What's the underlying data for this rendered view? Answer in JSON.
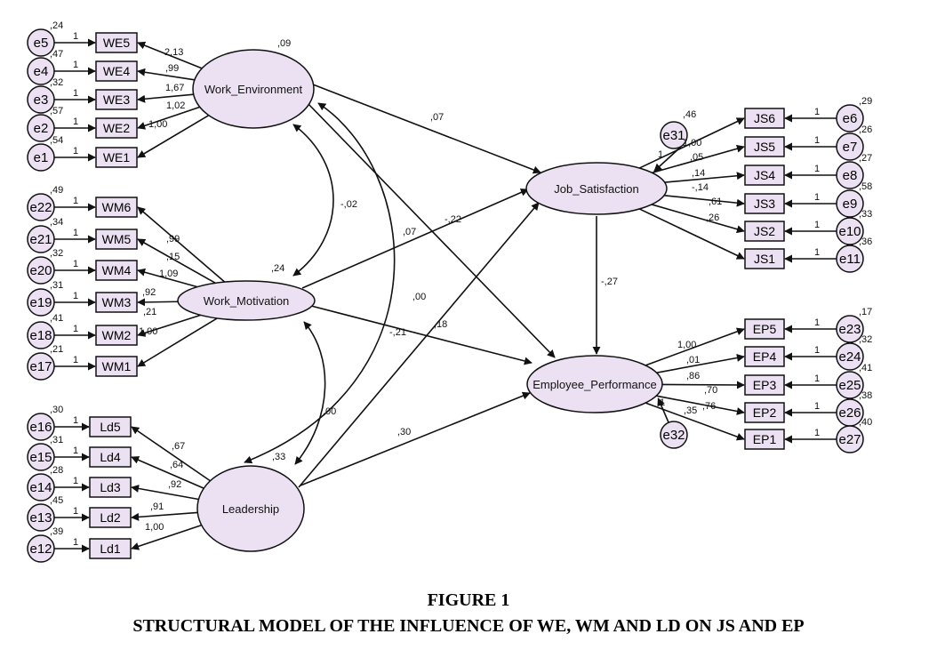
{
  "caption": {
    "title": "FIGURE 1",
    "subtitle": "STRUCTURAL MODEL OF THE INFLUENCE OF WE, WM AND LD ON JS AND EP"
  },
  "colors": {
    "fill": "#ece1f2",
    "stroke": "#111111",
    "text": "#111111"
  },
  "latents": {
    "we": {
      "label": "Work_Environment",
      "variance": ",09"
    },
    "wm": {
      "label": "Work_Motivation",
      "variance": ",24"
    },
    "ld": {
      "label": "Leadership",
      "variance": ",33"
    },
    "js": {
      "label": "Job_Satisfaction"
    },
    "ep": {
      "label": "Employee_Performance"
    }
  },
  "disturbances": {
    "js": {
      "name": "e31",
      "variance": ",46",
      "weight": "1"
    },
    "ep": {
      "name": "e32",
      "weight": "1"
    }
  },
  "paths": {
    "we_js": ",07",
    "we_ep": ",07",
    "wm_js": "-,22",
    "wm_ep": ",18",
    "ld_js": "-,21",
    "ld_ep": ",30",
    "js_ep": "-,27"
  },
  "covariances": {
    "we_wm": "-,02",
    "wm_ld": ",00",
    "we_ld": ",00"
  },
  "indicators": {
    "we": [
      {
        "name": "WE5",
        "error": "e5",
        "err_var": ",24",
        "loading": "2,13",
        "fixed": "1"
      },
      {
        "name": "WE4",
        "error": "e4",
        "err_var": ",47",
        "loading": ",99",
        "fixed": "1"
      },
      {
        "name": "WE3",
        "error": "e3",
        "err_var": ",32",
        "loading": "1,67",
        "fixed": "1"
      },
      {
        "name": "WE2",
        "error": "e2",
        "err_var": ",57",
        "loading": "1,02",
        "fixed": "1"
      },
      {
        "name": "WE1",
        "error": "e1",
        "err_var": ",54",
        "loading": "1,00",
        "fixed": "1"
      }
    ],
    "wm": [
      {
        "name": "WM6",
        "error": "e22",
        "err_var": ",49",
        "loading": ",99",
        "fixed": "1"
      },
      {
        "name": "WM5",
        "error": "e21",
        "err_var": ",34",
        "loading": ",15",
        "fixed": "1"
      },
      {
        "name": "WM4",
        "error": "e20",
        "err_var": ",32",
        "loading": "1,09",
        "fixed": "1"
      },
      {
        "name": "WM3",
        "error": "e19",
        "err_var": ",31",
        "loading": ",92",
        "fixed": "1"
      },
      {
        "name": "WM2",
        "error": "e18",
        "err_var": ",41",
        "loading": ",21",
        "fixed": "1"
      },
      {
        "name": "WM1",
        "error": "e17",
        "err_var": ",21",
        "loading": "1,00",
        "fixed": "1"
      }
    ],
    "ld": [
      {
        "name": "Ld5",
        "error": "e16",
        "err_var": ",30",
        "loading": ",67",
        "fixed": "1"
      },
      {
        "name": "Ld4",
        "error": "e15",
        "err_var": ",31",
        "loading": ",64",
        "fixed": "1"
      },
      {
        "name": "Ld3",
        "error": "e14",
        "err_var": ",28",
        "loading": ",92",
        "fixed": "1"
      },
      {
        "name": "Ld2",
        "error": "e13",
        "err_var": ",45",
        "loading": ",91",
        "fixed": "1"
      },
      {
        "name": "Ld1",
        "error": "e12",
        "err_var": ",39",
        "loading": "1,00",
        "fixed": "1"
      }
    ],
    "js": [
      {
        "name": "JS6",
        "error": "e6",
        "err_var": ",29",
        "loading": "1,00",
        "fixed": "1"
      },
      {
        "name": "JS5",
        "error": "e7",
        "err_var": ",26",
        "loading": ",05",
        "fixed": "1"
      },
      {
        "name": "JS4",
        "error": "e8",
        "err_var": ",27",
        "loading": ",14",
        "fixed": "1"
      },
      {
        "name": "JS3",
        "error": "e9",
        "err_var": ",58",
        "loading": "-,14",
        "fixed": "1"
      },
      {
        "name": "JS2",
        "error": "e10",
        "err_var": ",33",
        "loading": ",61",
        "fixed": "1"
      },
      {
        "name": "JS1",
        "error": "e11",
        "err_var": ",36",
        "loading": ",26",
        "fixed": "1"
      }
    ],
    "ep": [
      {
        "name": "EP5",
        "error": "e23",
        "err_var": ",17",
        "loading": "1,00",
        "fixed": "1"
      },
      {
        "name": "EP4",
        "error": "e24",
        "err_var": ",32",
        "loading": ",01",
        "fixed": "1"
      },
      {
        "name": "EP3",
        "error": "e25",
        "err_var": ",41",
        "loading": ",86",
        "fixed": "1"
      },
      {
        "name": "EP2",
        "error": "e26",
        "err_var": ",38",
        "loading": ",70",
        "fixed": "1"
      },
      {
        "name": "EP1",
        "error": "e27",
        "err_var": ",40",
        "loading": ",76",
        "fixed": "1"
      }
    ]
  },
  "extra_labels": {
    "ep_side": ",35"
  }
}
